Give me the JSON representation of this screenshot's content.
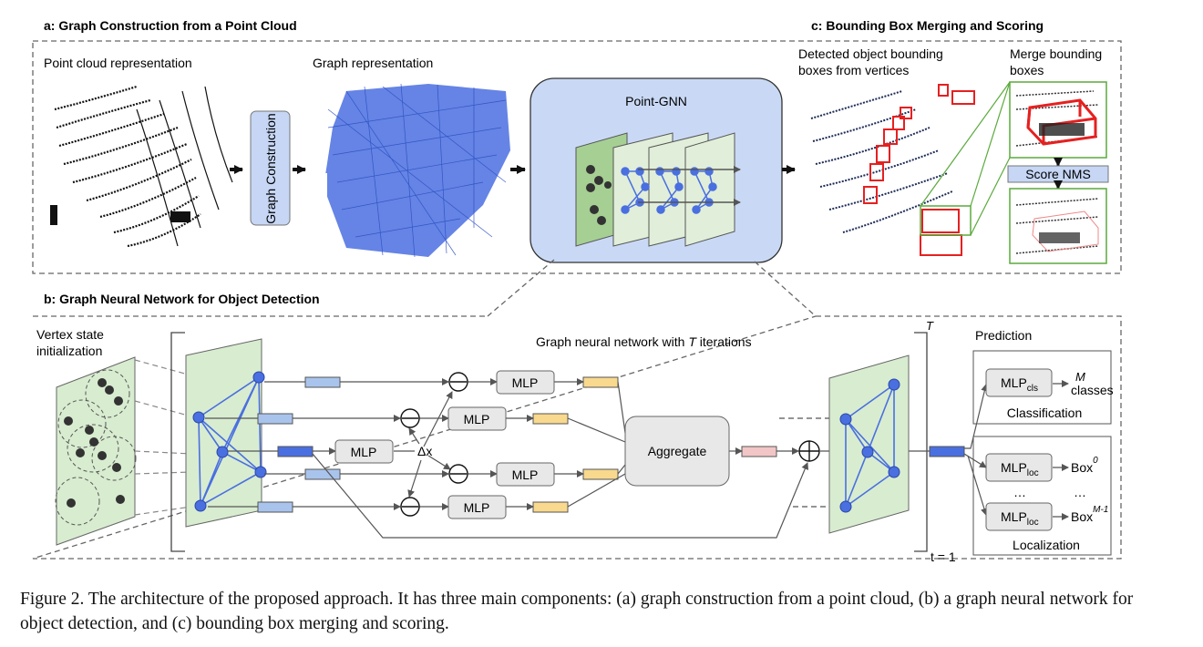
{
  "panel_a": {
    "title": "a: Graph Construction from a Point Cloud",
    "point_cloud_label": "Point cloud representation",
    "graph_label": "Graph representation",
    "construction_box": "Graph Construction"
  },
  "point_gnn": {
    "title": "Point-GNN"
  },
  "panel_c": {
    "title": "c: Bounding Box Merging and Scoring",
    "detected_label_line1": "Detected object bounding",
    "detected_label_line2": "boxes from vertices",
    "merge_label_line1": "Merge bounding",
    "merge_label_line2": "boxes",
    "score_nms": "Score NMS"
  },
  "panel_b": {
    "title": "b: Graph Neural Network for Object Detection",
    "vertex_init_line1": "Vertex state",
    "vertex_init_line2": "initialization",
    "gnn_label_prefix": "Graph neural network with ",
    "gnn_label_T": "T",
    "gnn_label_suffix": " iterations",
    "mlp": "MLP",
    "delta_x": "Δx",
    "aggregate": "Aggregate",
    "T_superscript": "T",
    "t_equals": "t = 1",
    "prediction": "Prediction",
    "mlp_cls_sub": "cls",
    "mlp_loc_sub": "loc",
    "m_label": "M",
    "classes_label": "classes",
    "classification": "Classification",
    "box_label": "Box",
    "box_sup_0": "0",
    "box_sup_m1": "M-1",
    "ellipsis": "…",
    "localization": "Localization"
  },
  "colors": {
    "blue_graph": "#4a6fe0",
    "green_panel": "#d8ecd0",
    "dark_green": "#a6cf94",
    "pointgnn_bg": "#c9d9f5",
    "feature_yellow": "#f8d98e",
    "feature_pink": "#f2c6c6",
    "feature_blue": "#a9c4ec",
    "red_box": "#e62020"
  },
  "caption": "Figure 2. The architecture of the proposed approach. It has three main components: (a) graph construction from a point cloud, (b) a graph neural network for object detection, and (c) bounding box merging and scoring."
}
